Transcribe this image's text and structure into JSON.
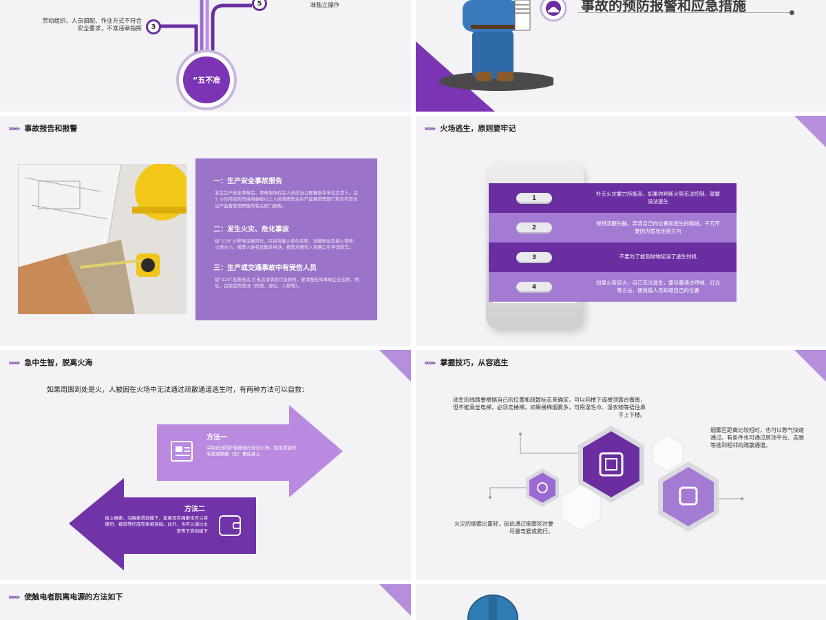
{
  "slide1": {
    "item3_number": "3",
    "item3_text": "劳动组织、人员调配、作业方式不符合安全要求，不准违章指挥",
    "item5_number": "5",
    "item5_text": "特种作业人员未经安全培训、取证，不准独立操作",
    "center_label": "“五不准"
  },
  "slide2": {
    "title": "事故的预防报警和应急措施"
  },
  "slide3": {
    "title": "事故报告和报警",
    "sections": [
      {
        "heading": "一：生产安全事故报告",
        "body": "发生生产安全事故后，事故现场有关人员应当立即报告本单位负责人。在 1 小时内如实向当地县级以上人民政府安全生产监督管理部门和负有安全生产监督管理职能的有关部门报告。"
      },
      {
        "heading": "二：发生火灾、危化事故",
        "body": "拨“119”火警电话报告时，应讲清着火单位名称、详细地址及着火物质、火情大小、报警人姓名及联系电话。报警后要有人到路口引导消防车。"
      },
      {
        "heading": "三：生产或交通事故中有受伤人员",
        "body": "拨“120”急救电话,打电话请求医疗急救时，要清楚告知事故企业名称、地址，目前受伤情况（伤情、部位、人数等）。"
      }
    ]
  },
  "slide4": {
    "title": "火场逃生，原则要牢记",
    "rows": [
      {
        "num": "1",
        "text": "扑灭火灾要力所能及，如果你判断火势无法控制，就要设法逃生"
      },
      {
        "num": "2",
        "text": "保持清醒头脑，弄清自己的位置和逃生的路线，千万不要因为慌张走错方向"
      },
      {
        "num": "3",
        "text": "不要为了救及财物延误了逃生时机"
      },
      {
        "num": "4",
        "text": "如果火势较大，自己无法逃生，要尽量通过呼喊、灯光等方法，使救援人员知道自己的位置"
      }
    ]
  },
  "slide5": {
    "title": "急中生智，脱离火海",
    "intro": "如果周围到处是火，人被困在火场中无法通过疏散通道逃生时，有两种方法可以自救：",
    "method1_title": "方法一",
    "method1_text": "采取适当防护措施强行穿过火场，如用浸湿的毛毯或棉被（衣）裹住身上",
    "method2_title": "方法二",
    "method2_text": "拴上绳索，沿绳索滑到楼下，如果没有绳索也可以将窗帘、被单等拧成布条相连接。此外，也可以通过水管等下滑到楼下"
  },
  "slide6": {
    "title": "掌握技巧，从容逃生",
    "text_top": "逃生的线路要根据自己的位置和疏散标志来确定，可以向楼下或楼顶露台撤离，但不能乘坐电梯，必须走楼梯。如果楼梯烟雾多，可用湿毛巾、湿衣物等捂住鼻子上下楼。",
    "text_right": "烟雾区距离比较短时，也可以憋气快速通过。有条件也可通过房顶平台、走廊等逃到相邻的疏散通道。",
    "text_bottom": "火灾的烟雾比重轻，因此通过烟雾区时要尽量弯腰或爬行。"
  },
  "slide7": {
    "title": "使触电者脱离电源的方法如下"
  },
  "icons": {
    "chevron": "»»»"
  }
}
